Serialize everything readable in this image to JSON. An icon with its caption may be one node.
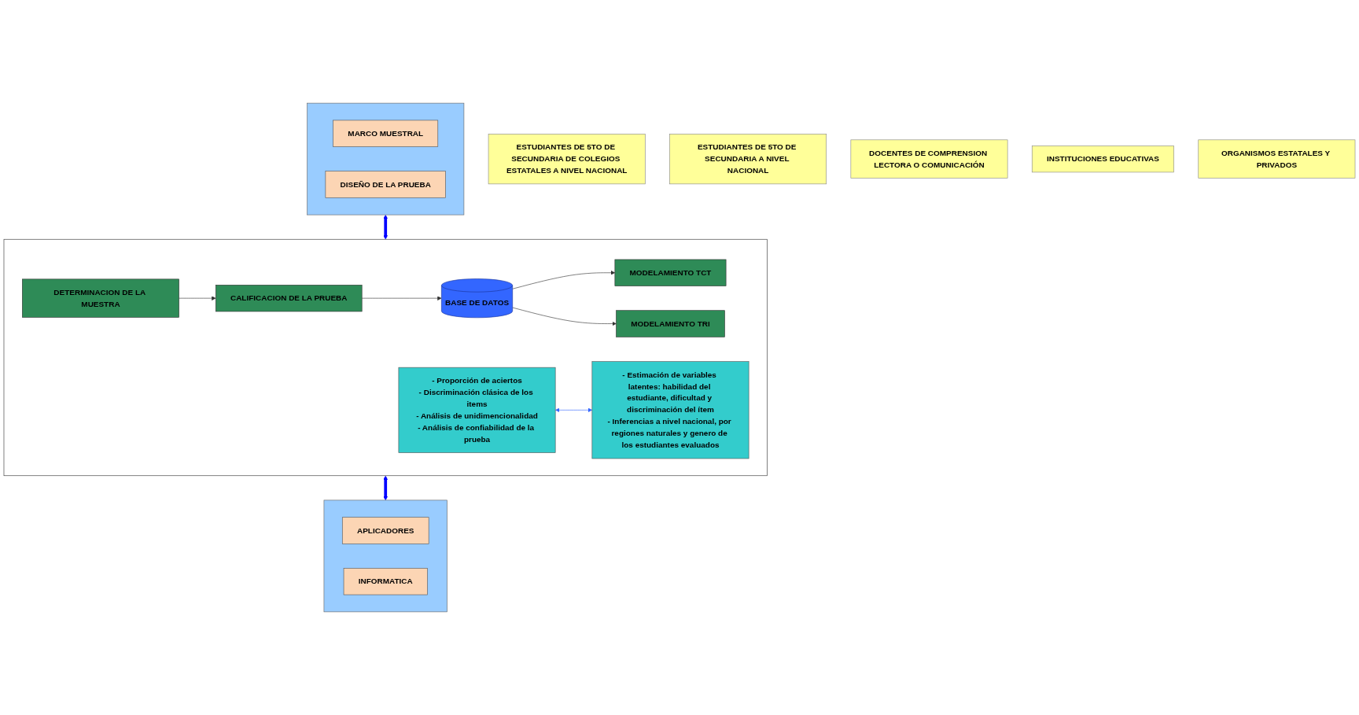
{
  "diagram": {
    "nodes": [
      {
        "text": [
          "ESTUDIANTES DE 5TO DE SECUNDARIA DE COLEGIOS ESTATALES A NIVEL NACIONAL"
        ]
      },
      {
        "text": [],
        "shape": "box"
      },
      {
        "text": [
          "MARCO MUESTRAL"
        ],
        "in": 1
      },
      {
        "text": [
          "DISEÑO DE LA PRUEBA"
        ],
        "in": 1
      },
      {
        "text": [],
        "shape": "box"
      },
      {
        "text": [
          "DETERMINACION DE LA MUESTRA"
        ],
        "in": 4
      },
      {
        "text": [
          "CALIFICACION DE LA PRUEBA"
        ],
        "in": 4
      },
      {
        "text": [
          "BASE DE DATOS"
        ],
        "in": 4
      },
      {
        "text": [
          "MODELAMIENTO TCT"
        ],
        "in": 4
      },
      {
        "text": [
          "MODELAMIENTO TRI"
        ],
        "in": 4
      },
      {
        "text": [
          "- Proporción de aciertos",
          "- Discriminación clásica de los items",
          "- Análisis de unidimencionalidad",
          "- Análisis de confiabilidad de la prueba"
        ],
        "in": 4
      },
      {
        "text": [
          "- Estimación de variables latentes: habilidad del estudiante, dificultad y discriminación del ítem",
          "- Inferencias a nivel nacional, por regiones naturales y genero de los estudiantes evaluados"
        ],
        "in": 4
      },
      {
        "text": [],
        "shape": "box"
      },
      {
        "text": [
          "APLICADORES"
        ],
        "in": 12
      },
      {
        "text": [
          "INFORMATICA"
        ],
        "in": 12
      },
      {
        "text": [
          "ESTUDIANTES DE 5TO DE SECUNDARIA A NIVEL NACIONAL"
        ]
      },
      {
        "text": [
          "DOCENTES DE COMPRENSION LECTORA O COMUNICACIÓN"
        ]
      },
      {
        "text": [
          "INSTITUCIONES EDUCATIVAS"
        ]
      },
      {
        "text": [
          "ORGANISMOS ESTATALES Y PRIVADOS"
        ]
      }
    ],
    "edges": [
      {
        "from": 1,
        "to": 4,
        "arrow": "both",
        "style": "thick",
        "color": "#0000ff"
      },
      {
        "from": 4,
        "to": 12,
        "arrow": "both",
        "style": "thick",
        "color": "#0000ff"
      },
      {
        "from": 5,
        "to": 6,
        "arrow": "to"
      },
      {
        "from": 6,
        "to": 7,
        "arrow": "to"
      },
      {
        "from": 7,
        "to": 8,
        "arrow": "to"
      },
      {
        "from": 7,
        "to": 9,
        "arrow": "to"
      },
      {
        "from": 10,
        "to": 11,
        "arrow": "both",
        "color": "#3366ff"
      }
    ]
  }
}
